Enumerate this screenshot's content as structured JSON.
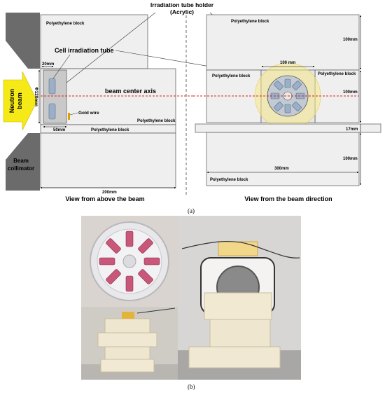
{
  "colors": {
    "block_fill": "#efefef",
    "block_stroke": "#555555",
    "collimator": "#6b6b6b",
    "beam_arrow": "#f5ea17",
    "beam_axis": "#e02020",
    "holder_glow": "#f6e88a",
    "tube": "#9bb0c8",
    "gold": "#d9a400"
  },
  "panel_a": {
    "caption": "(a)",
    "left_view": {
      "title": "View from above the beam",
      "block_top_label": "Polyethylene block",
      "block_mid_label": "Polyethylene block",
      "block_low_label": "Polyethylene block",
      "holder_label_line1": "Irradiation tube holder",
      "holder_label_line2": "(Acrylic)",
      "tube_label": "Cell irradiation tube",
      "axis_label": "beam center axis",
      "neutron_line1": "Neutron",
      "neutron_line2": "beam",
      "collimator_line1": "Beam",
      "collimator_line2": "collimator",
      "gold_label": "Gold wire",
      "dim_20": "20mm",
      "dim_120": "Φ120mm",
      "dim_50": "50mm",
      "dim_200": "200mm"
    },
    "right_view": {
      "title": "View from the beam direction",
      "block_top_label": "Polyethylene block",
      "block_left_label": "Polyethylene block",
      "block_right_label": "Polyethylene block",
      "block_bottom_label": "Polyethylene block",
      "dim_100_top": "100mm",
      "dim_100_holder": "100 mm",
      "dim_100_mid": "100mm",
      "dim_17": "17mm",
      "dim_100_bottom": "100mm",
      "dim_300": "300mm"
    }
  },
  "panel_b": {
    "caption": "(b)"
  }
}
